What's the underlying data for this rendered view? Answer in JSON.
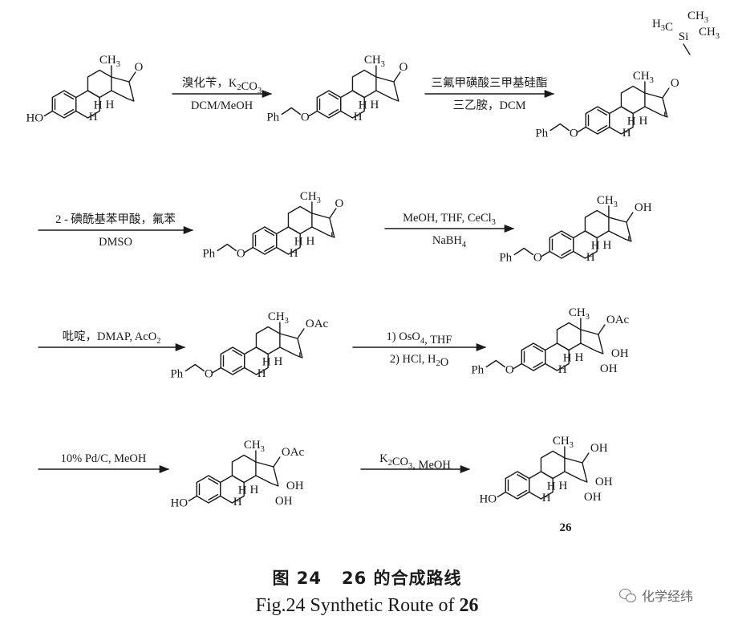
{
  "steps": [
    {
      "above": "溴化苄，K2CO3",
      "below": "DCM/MeOH"
    },
    {
      "above": "三氟甲磺酸三甲基硅酯",
      "below": "三乙胺，DCM"
    },
    {
      "above": "2 - 碘酰基苯甲酸，氟苯",
      "below": "DMSO"
    },
    {
      "above": "MeOH, THF, CeCl3",
      "below": "NaBH4"
    },
    {
      "above": "吡啶，DMAP, AcO2",
      "below": ""
    },
    {
      "above": "1) OsO4, THF",
      "below": "2) HCl, H2O"
    },
    {
      "above": "10% Pd/C, MeOH",
      "below": ""
    },
    {
      "above": "K2CO3, MeOH",
      "below": ""
    }
  ],
  "compound_label": "26",
  "caption": {
    "cn_prefix": "图 24",
    "cn_number": "26",
    "cn_text": "的合成路线",
    "en_prefix": "Fig.24   Synthetic Route of",
    "en_number": "26"
  },
  "watermark": {
    "text": "化学经纬",
    "icon": "wechat-icon"
  }
}
